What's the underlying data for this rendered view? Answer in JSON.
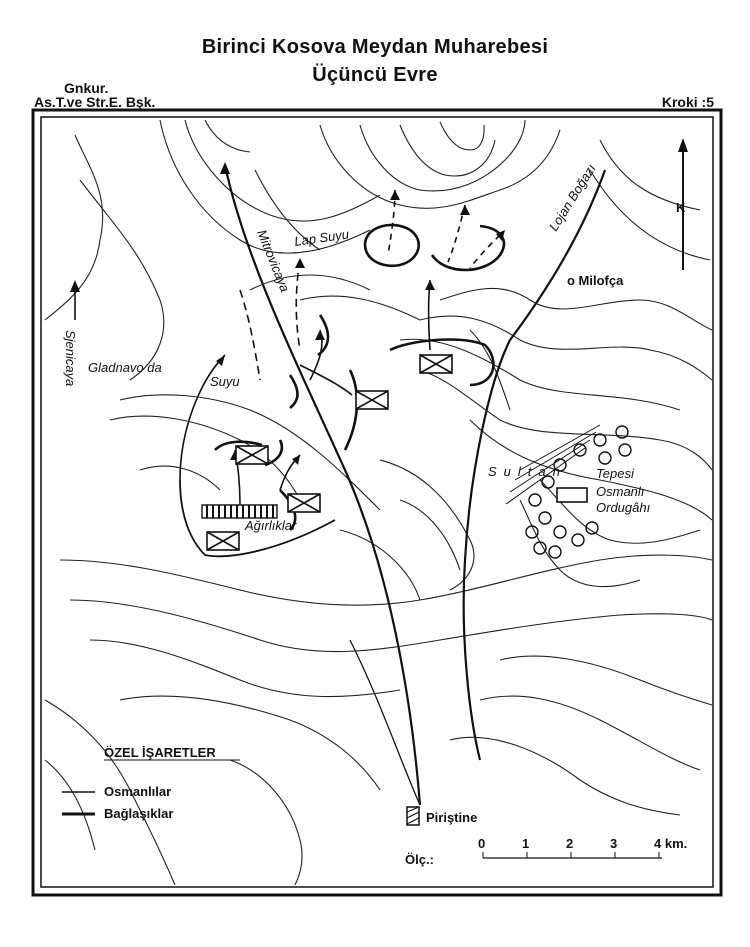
{
  "header": {
    "title": "Birinci Kosova Meydan Muharebesi",
    "subtitle": "Üçüncü Evre",
    "org_line1": "Gnkur.",
    "org_line2": "As.T.ve Str.E. Bşk.",
    "sketch_no": "Kroki :5"
  },
  "map": {
    "north_label": "K",
    "places": {
      "mitrovicaya": "Mitrovicaya",
      "lap_suyu": "Lap Suyu",
      "lojan_bogazi": "Lojan Boğazı",
      "milofca": "o Milofça",
      "sjenicaya": "Sjenicaya",
      "gladnavoda": "Gladnavo da",
      "suyu": "Suyu",
      "sultan": "Sultan",
      "tepesi": "Tepesi",
      "osmanli": "Osmanlı",
      "ordugahi": "Ordugâhı",
      "agirliklar": "Ağırlıklar",
      "pirishtine": "Piriştine"
    },
    "legend": {
      "title": "ÖZEL İŞARETLER",
      "items": [
        "Osmanlılar",
        "Bağlaşıklar"
      ]
    },
    "scale": {
      "label": "Ölç.:",
      "ticks": [
        "0",
        "1",
        "2",
        "3",
        "4 km."
      ]
    }
  }
}
